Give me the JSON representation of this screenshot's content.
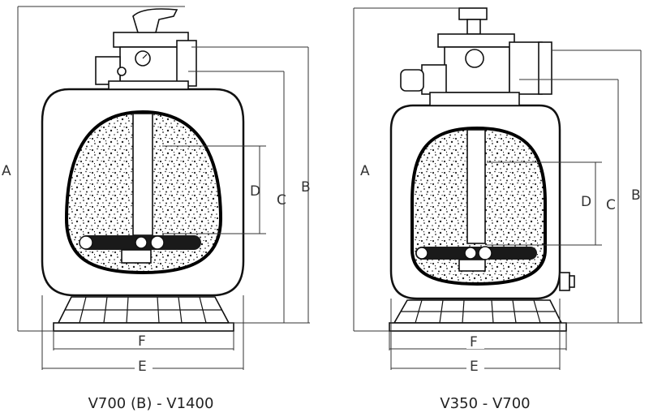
{
  "filters": [
    {
      "caption": "V700 (B) - V1400",
      "labels": {
        "a": "A",
        "b": "B",
        "c": "C",
        "d": "D",
        "e": "E",
        "f": "F"
      }
    },
    {
      "caption": "V350 - V700",
      "labels": {
        "a": "A",
        "b": "B",
        "c": "C",
        "d": "D",
        "e": "E",
        "f": "F"
      }
    }
  ],
  "colors": {
    "stroke": "#111111",
    "media": "#222222",
    "background": "#ffffff"
  }
}
